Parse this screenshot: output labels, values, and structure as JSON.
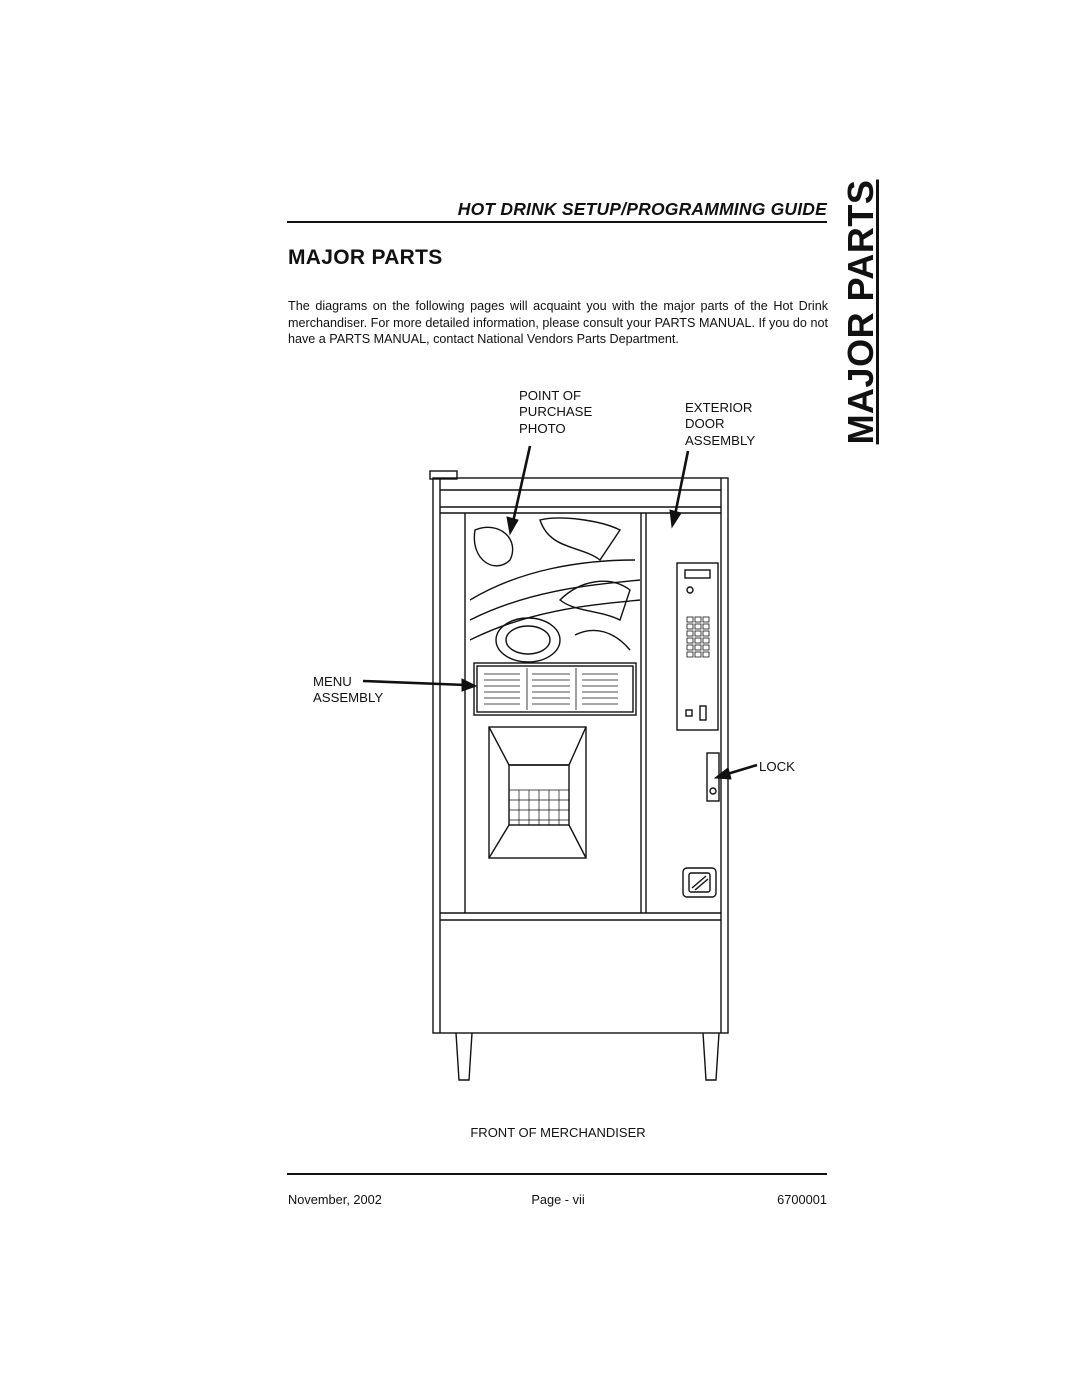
{
  "header": {
    "guide_title": "HOT DRINK SETUP/PROGRAMMING GUIDE"
  },
  "page": {
    "title": "MAJOR PARTS",
    "side_tab": "MAJOR PARTS",
    "intro": "The diagrams on the following pages will acquaint you with the major parts of the Hot Drink merchandiser. For more detailed information, please consult your PARTS MANUAL. If you do not have a PARTS MANUAL, contact National Vendors Parts Department."
  },
  "figure": {
    "callouts": {
      "point_of_purchase": [
        "POINT OF",
        "PURCHASE",
        "PHOTO"
      ],
      "exterior_door": [
        "EXTERIOR",
        "DOOR",
        "ASSEMBLY"
      ],
      "menu": [
        "MENU",
        "ASSEMBLY"
      ],
      "lock": "LOCK"
    },
    "caption": "FRONT OF MERCHANDISER"
  },
  "footer": {
    "date": "November, 2002",
    "page": "Page - vii",
    "doc_number": "6700001"
  }
}
